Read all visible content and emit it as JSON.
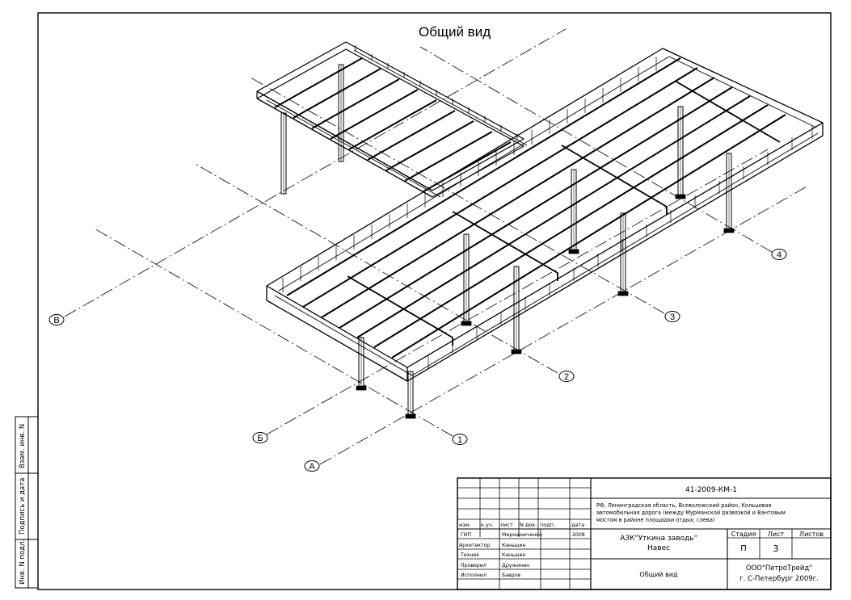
{
  "drawing": {
    "title": "Общий вид",
    "axis_labels": {
      "a": "А",
      "b": "Б",
      "v": "В",
      "n1": "1",
      "n2": "2",
      "n3": "3",
      "n4": "4"
    }
  },
  "side_stamp": {
    "inv_podl": "Инв. N подл.",
    "podpis": "Подпись и дата",
    "vzam": "Взам. инв. N"
  },
  "title_block": {
    "code": "41-2009-КМ-1",
    "location": [
      "РФ, Ленинградская область, Всеволожский район, Кольцевая",
      "автомобильная дорога (между Мурманской развязкой и Вантовым",
      "мостом в районе площадки отдых, слева)"
    ],
    "header": {
      "izm": "изм.",
      "kuch": "к.уч.",
      "list": "лист",
      "ndok": "N док.",
      "podp": "подп.",
      "data": "дата"
    },
    "staff": [
      {
        "role": "ГИП",
        "name": "Мирошниченко",
        "date": "2008"
      },
      {
        "role": "Архитектор",
        "name": "Каньшин",
        "date": ""
      },
      {
        "role": "Техник",
        "name": "Каньшин",
        "date": ""
      },
      {
        "role": "Проверил",
        "name": "Дружинин",
        "date": ""
      },
      {
        "role": "Исполнил",
        "name": "Бавров",
        "date": ""
      }
    ],
    "object_line1": "АЗК\"Уткина заводь\"",
    "object_line2": "Навес",
    "sheet_name": "Общий вид",
    "stage_label": "Стадия",
    "sheet_label": "Лист",
    "sheets_label": "Листов",
    "stage": "П",
    "sheet": "3",
    "company": "ООО\"ПетроТрейд\"",
    "city": "г. С-Петербург 2009г."
  }
}
